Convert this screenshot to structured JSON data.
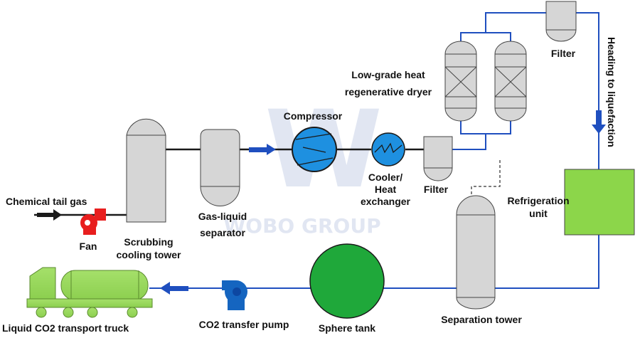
{
  "watermark": {
    "letter": "W",
    "text": "WOBO GROUP",
    "color": "#c9d3e8"
  },
  "colors": {
    "pipe_blue": "#1f4fbf",
    "pipe_dark": "#1a1a1a",
    "vessel_gray": "#d6d6d6",
    "compressor_blue": "#1e90e0",
    "green_unit": "#8cd64a",
    "sphere_green": "#1fa83a",
    "fan_red": "#e81e1e",
    "pump_blue": "#1565c0"
  },
  "labels": {
    "chemical_tail_gas": "Chemical tail gas",
    "fan": "Fan",
    "scrubbing_1": "Scrubbing",
    "scrubbing_2": "cooling tower",
    "separator_1": "Gas-liquid",
    "separator_2": "separator",
    "compressor": "Compressor",
    "cooler_1": "Cooler/",
    "cooler_2": "Heat",
    "cooler_3": "exchanger",
    "filter_low": "Filter",
    "dryer_1": "Low-grade heat",
    "dryer_2": "regenerative dryer",
    "filter_top": "Filter",
    "heading": "Heading to liquefaction",
    "refrigeration_1": "Refrigeration",
    "refrigeration_2": "unit",
    "separation_tower": "Separation tower",
    "sphere_tank": "Sphere tank",
    "pump": "CO2 transfer pump",
    "truck": "Liquid CO2 transport truck"
  },
  "icons": [
    "fan-icon",
    "compressor-icon",
    "heat-exchanger-icon",
    "pump-icon",
    "truck-icon",
    "flow-arrow-icon"
  ]
}
